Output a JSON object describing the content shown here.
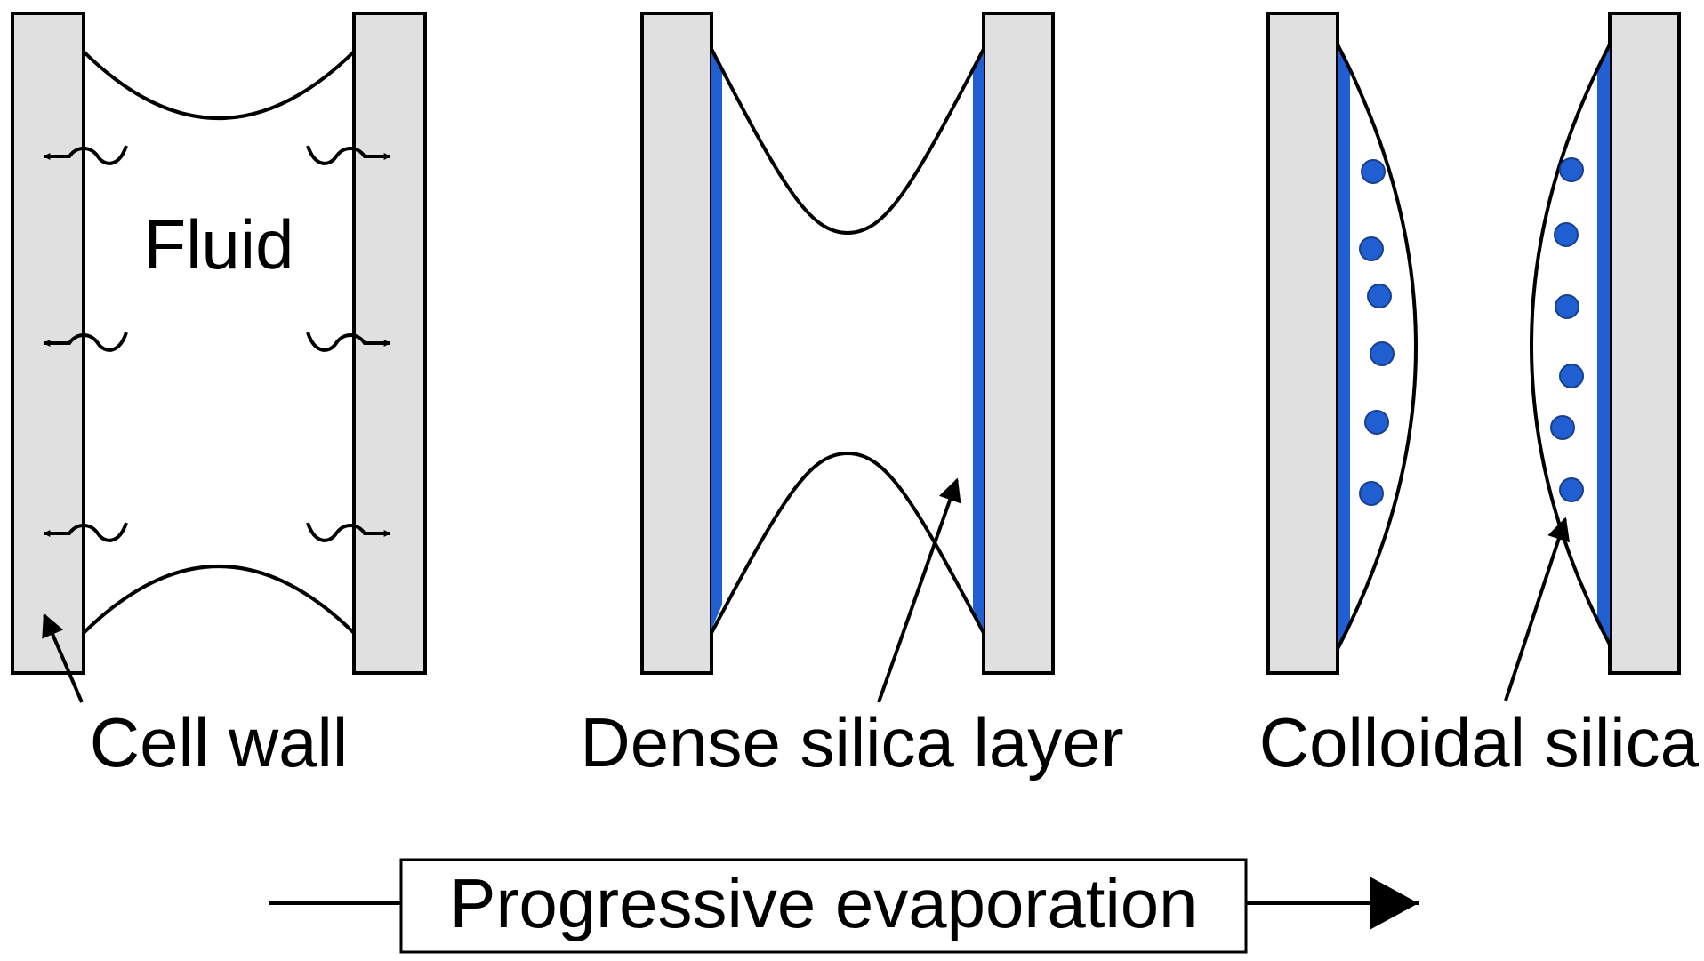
{
  "labels": {
    "fluid": "Fluid",
    "cell_wall": "Cell wall",
    "dense_silica_layer": "Dense silica layer",
    "colloidal_silica": "Colloidal silica",
    "progressive_evaporation": "Progressive evaporation"
  },
  "colors": {
    "wall_fill": "#e0e0e0",
    "silica_blue": "#1f5fd1",
    "stroke": "#000000",
    "background": "#ffffff"
  },
  "icons": [
    "wavy-arrow-icon",
    "pointer-arrow-icon",
    "progress-arrow-icon"
  ]
}
